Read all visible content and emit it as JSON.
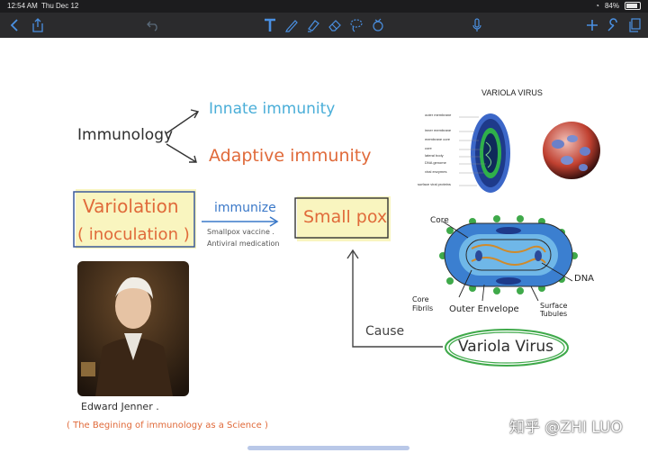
{
  "status_bar": {
    "time": "12:54 AM",
    "date": "Thu Dec 12",
    "battery": "84%",
    "battery_level": 0.84
  },
  "toolbar": {
    "icons": [
      "back-icon",
      "share-icon",
      "undo-icon",
      "text-tool-icon",
      "pen-icon",
      "highlighter-icon",
      "eraser-icon",
      "lasso-icon",
      "shapes-icon",
      "microphone-icon",
      "add-icon",
      "wrench-icon",
      "pages-icon"
    ]
  },
  "notes": {
    "immunology": "Immunology",
    "innate": "Innate immunity",
    "adaptive": "Adaptive immunity",
    "variolation": "Variolation",
    "inoculation": "( inoculation )",
    "immunize": "immunize",
    "smallpox_vaccine": "Smallpox vaccine .",
    "antiviral": "Antiviral medication",
    "small_pox": "Small pox",
    "cause": "Cause",
    "variola_virus_circled": "Variola Virus",
    "edward_jenner": "Edward Jenner .",
    "beginning": "( The Begining of immunology as a Science )"
  },
  "virus_diagram": {
    "title": "VARIOLA VIRUS",
    "labels": [
      "outer membrane",
      "inner membrane",
      "membrane core",
      "core",
      "lateral body",
      "DNA genome",
      "viral enzymes",
      "surface viral proteins"
    ]
  },
  "sketch_labels": {
    "core": "Core",
    "core_fibrils": "Core Fibrils",
    "outer_envelope": "Outer Envelope",
    "dna": "DNA",
    "surface_tubules": "Surface Tubules"
  },
  "watermark": "知乎 @ZHI LUO",
  "colors": {
    "innate": "#4aaed8",
    "adaptive": "#e06a3a",
    "highlight": "#f8f3b4",
    "green": "#3fa94a",
    "immunize_blue": "#3a78c8",
    "sketch_blue": "#3b7fd0"
  }
}
